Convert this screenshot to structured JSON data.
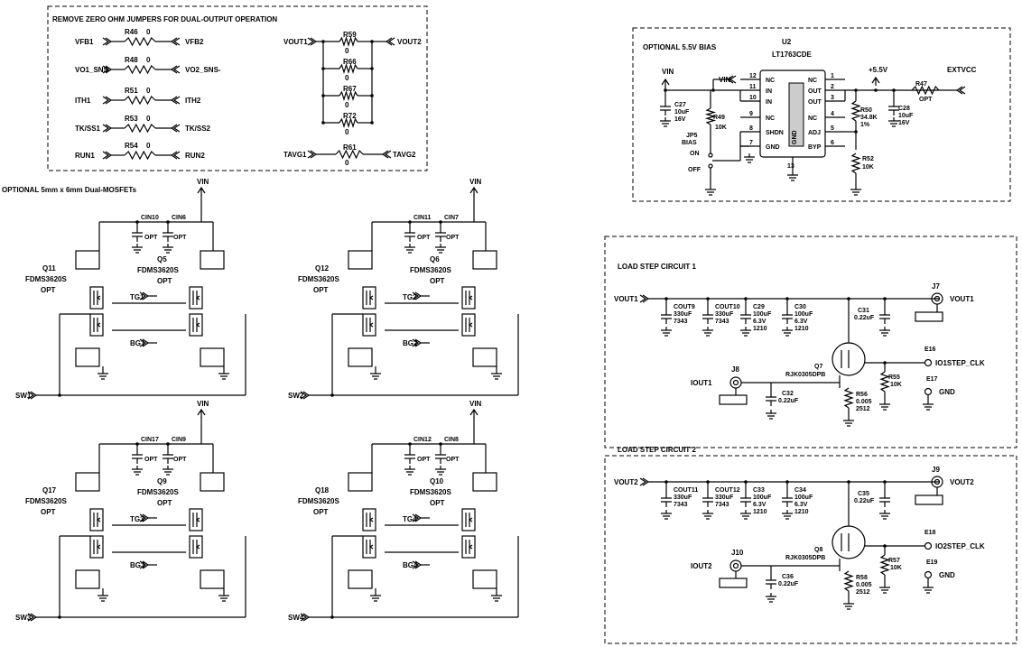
{
  "jumpers": {
    "title": "REMOVE ZERO OHM JUMPERS FOR DUAL-OUTPUT OPERATION",
    "rows": [
      {
        "left": "VFB1",
        "ref": "R46",
        "val": "0",
        "right": "VFB2"
      },
      {
        "left": "VO1_SNS-",
        "ref": "R48",
        "val": "0",
        "right": "VO2_SNS-"
      },
      {
        "left": "ITH1",
        "ref": "R51",
        "val": "0",
        "right": "ITH2"
      },
      {
        "left": "TK/SS1",
        "ref": "R53",
        "val": "0",
        "right": "TK/SS2"
      },
      {
        "left": "RUN1",
        "ref": "R54",
        "val": "0",
        "right": "RUN2"
      }
    ],
    "vout1": "VOUT1",
    "vout2": "VOUT2",
    "parallel": [
      {
        "ref": "R59",
        "val": "0"
      },
      {
        "ref": "R66",
        "val": "0"
      },
      {
        "ref": "R67",
        "val": "0"
      },
      {
        "ref": "R72",
        "val": "0"
      }
    ],
    "tavg1": "TAVG1",
    "tavg2": "TAVG2",
    "r61": {
      "ref": "R61",
      "val": "0"
    }
  },
  "mosfets": {
    "title": "OPTIONAL 5mm x 6mm Dual-MOSFETs",
    "vin": "VIN",
    "opt": "OPT",
    "part": "FDMS3620S",
    "cells": [
      {
        "caps": [
          "CIN10",
          "CIN6"
        ],
        "qa": "Q11",
        "qb": "Q5",
        "tg": "TG1",
        "bg": "BG1",
        "sw": "SW1"
      },
      {
        "caps": [
          "CIN11",
          "CIN7"
        ],
        "qa": "Q12",
        "qb": "Q6",
        "tg": "TG2",
        "bg": "BG2",
        "sw": "SW2"
      },
      {
        "caps": [
          "CIN17",
          "CIN9"
        ],
        "qa": "Q17",
        "qb": "Q9",
        "tg": "TG3",
        "bg": "BG3",
        "sw": "SW3"
      },
      {
        "caps": [
          "CIN12",
          "CIN8"
        ],
        "qa": "Q18",
        "qb": "Q10",
        "tg": "TG4",
        "bg": "BG4",
        "sw": "SW4"
      }
    ]
  },
  "bias": {
    "title": "OPTIONAL 5.5V BIAS",
    "u_ref": "U2",
    "u_part": "LT1763CDE",
    "vin": "VIN",
    "plus55": "+5.5V",
    "extvcc": "EXTVCC",
    "r47": {
      "ref": "R47",
      "val": "OPT"
    },
    "c27": {
      "ref": "C27",
      "val": "10uF",
      "v": "16V"
    },
    "r49": {
      "ref": "R49",
      "val": "10K"
    },
    "jp5": {
      "ref": "JP5",
      "label": "BIAS",
      "on": "ON",
      "off": "OFF"
    },
    "r50": {
      "ref": "R50",
      "val": "34.8K",
      "tol": "1%"
    },
    "c28": {
      "ref": "C28",
      "val": "10uF",
      "v": "16V"
    },
    "r52": {
      "ref": "R52",
      "val": "10K"
    },
    "pins_left": [
      "NC",
      "IN",
      "IN",
      "NC",
      "SHDN",
      "GND"
    ],
    "pins_left_num": [
      "12",
      "11",
      "10",
      "9",
      "8",
      "7"
    ],
    "pins_right": [
      "NC",
      "OUT",
      "OUT",
      "NC",
      "ADJ",
      "BYP"
    ],
    "pins_right_num": [
      "1",
      "2",
      "3",
      "4",
      "5",
      "6"
    ],
    "pin_gnd": "GND",
    "pin_13": "13"
  },
  "load1": {
    "title": "LOAD STEP CIRCUIT 1",
    "vout": "VOUT1",
    "caps": [
      {
        "ref": "COUT9",
        "val": "330uF",
        "pkg": "7343"
      },
      {
        "ref": "COUT10",
        "val": "330uF",
        "pkg": "7343"
      },
      {
        "ref": "C29",
        "val": "100uF",
        "v": "6.3V",
        "pkg": "1210"
      },
      {
        "ref": "C30",
        "val": "100uF",
        "v": "6.3V",
        "pkg": "1210"
      },
      {
        "ref": "C31",
        "val": "0.22uF"
      }
    ],
    "j_out": "J7",
    "q": {
      "ref": "Q7",
      "part": "RJK0305DPB"
    },
    "e_clk": {
      "ref": "E16",
      "label": "IO1STEP_CLK"
    },
    "e_gnd": {
      "ref": "E17",
      "label": "GND"
    },
    "j_in": "J8",
    "iout": "IOUT1",
    "c_small": {
      "ref": "C32",
      "val": "0.22uF"
    },
    "r_sense": {
      "ref": "R56",
      "val": "0.005",
      "pkg": "2512"
    },
    "r_pull": {
      "ref": "R55",
      "val": "10K"
    }
  },
  "load2": {
    "title": "LOAD STEP CIRCUIT 2",
    "vout": "VOUT2",
    "caps": [
      {
        "ref": "COUT11",
        "val": "330uF",
        "pkg": "7343"
      },
      {
        "ref": "COUT12",
        "val": "330uF",
        "pkg": "7343"
      },
      {
        "ref": "C33",
        "val": "100uF",
        "v": "6.3V",
        "pkg": "1210"
      },
      {
        "ref": "C34",
        "val": "100uF",
        "v": "6.3V",
        "pkg": "1210"
      },
      {
        "ref": "C35",
        "val": "0.22uF"
      }
    ],
    "j_out": "J9",
    "q": {
      "ref": "Q8",
      "part": "RJK0305DPB"
    },
    "e_clk": {
      "ref": "E18",
      "label": "IO2STEP_CLK"
    },
    "e_gnd": {
      "ref": "E19",
      "label": "GND"
    },
    "j_in": "J10",
    "iout": "IOUT2",
    "c_small": {
      "ref": "C36",
      "val": "0.22uF"
    },
    "r_sense": {
      "ref": "R58",
      "val": "0.005",
      "pkg": "2512"
    },
    "r_pull": {
      "ref": "R57",
      "val": "10K"
    }
  }
}
